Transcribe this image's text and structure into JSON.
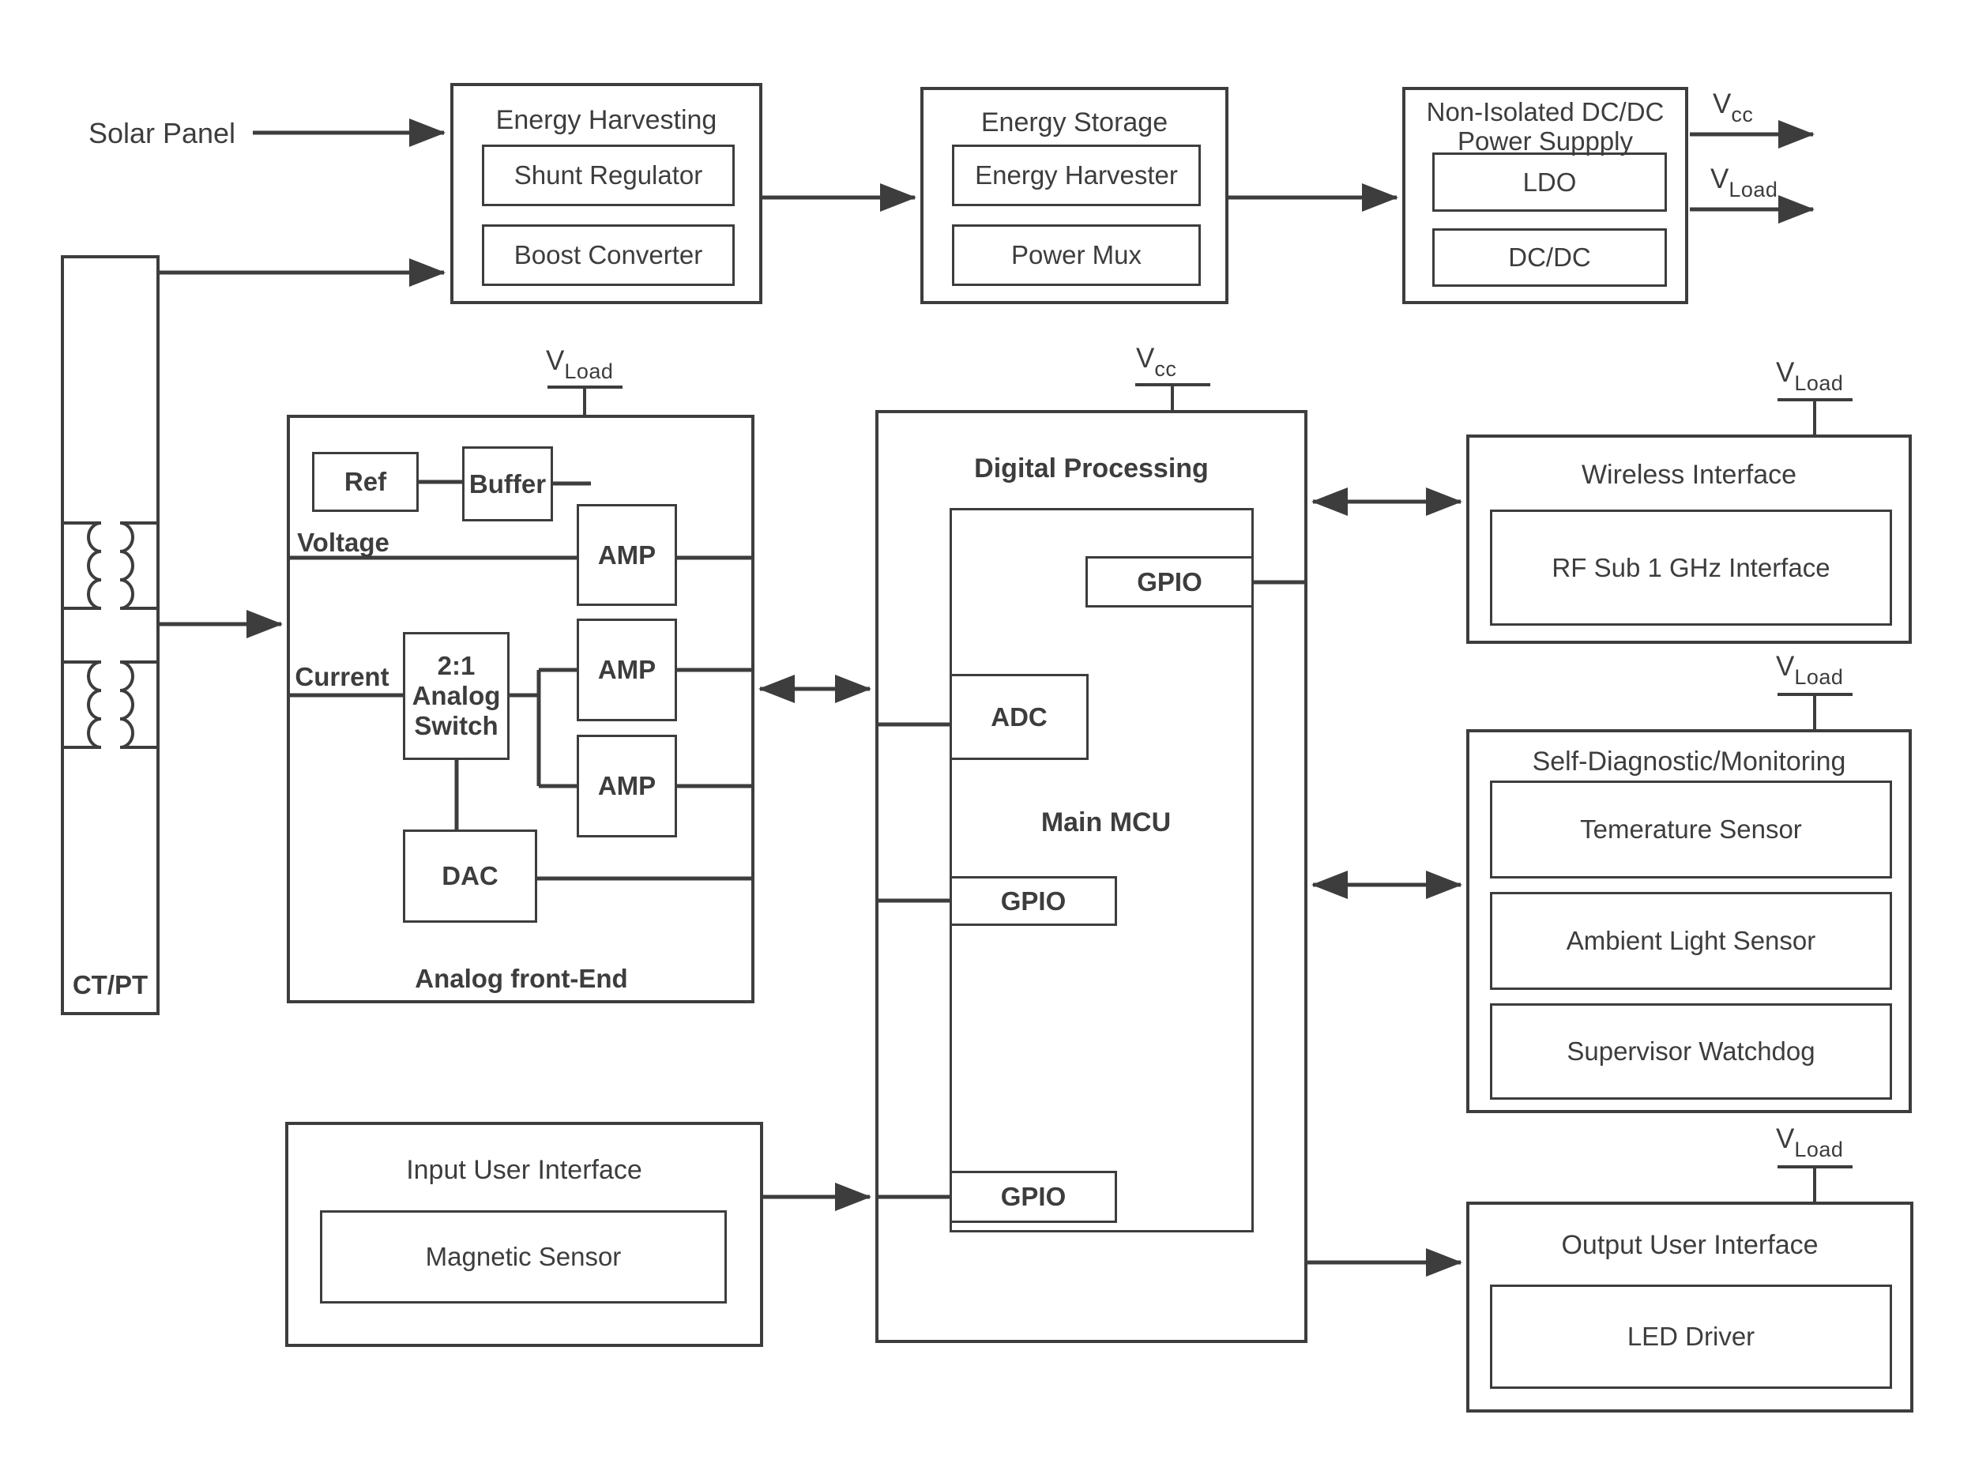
{
  "source": {
    "solar_panel": "Solar Panel",
    "ct_pt": "CT/PT"
  },
  "energy_harvesting": {
    "title": "Energy Harvesting",
    "items": [
      "Shunt Regulator",
      "Boost Converter"
    ]
  },
  "energy_storage": {
    "title": "Energy Storage",
    "items": [
      "Energy Harvester",
      "Power Mux"
    ]
  },
  "dc_dc_power_supply": {
    "title_line1": "Non-Isolated DC/DC",
    "title_line2": "Power Suppply",
    "items": [
      "LDO",
      "DC/DC"
    ]
  },
  "rails": {
    "v": "V",
    "vcc_sub": "cc",
    "vload_sub": "Load"
  },
  "analog_front_end": {
    "title": "Analog front-End",
    "ref": "Ref",
    "buffer": "Buffer",
    "voltage": "Voltage",
    "current": "Current",
    "amp": "AMP",
    "dac": "DAC",
    "switch_lines": [
      "2:1",
      "Analog",
      "Switch"
    ]
  },
  "digital_processing": {
    "title": "Digital Processing",
    "mcu": "Main MCU",
    "adc": "ADC",
    "gpio": "GPIO"
  },
  "wireless": {
    "title": "Wireless Interface",
    "items": [
      "RF Sub 1 GHz Interface"
    ]
  },
  "self_diagnostic": {
    "title": "Self-Diagnostic/Monitoring",
    "items": [
      "Temerature Sensor",
      "Ambient Light Sensor",
      "Supervisor Watchdog"
    ]
  },
  "output_ui": {
    "title": "Output User Interface",
    "items": [
      "LED Driver"
    ]
  },
  "input_ui": {
    "title": "Input User Interface",
    "items": [
      "Magnetic Sensor"
    ]
  },
  "colors": {
    "ink": "#3d3d3d",
    "background": "#ffffff"
  }
}
